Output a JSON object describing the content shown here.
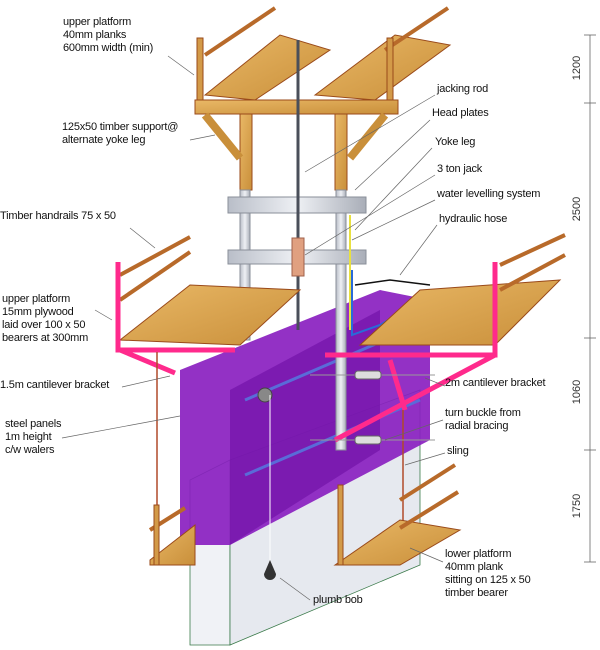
{
  "labels": {
    "upper_platform_top": [
      "upper platform",
      "40mm planks",
      "600mm width (min)"
    ],
    "timber_support": [
      "125x50 timber support@",
      "alternate yoke leg"
    ],
    "jacking_rod": "jacking rod",
    "head_plates": "Head plates",
    "yoke_leg": "Yoke leg",
    "jack": "3 ton jack",
    "water_levelling": "water levelling system",
    "hydraulic_hose": "hydraulic hose",
    "handrails": "Timber handrails 75 x 50",
    "upper_platform_ply": [
      "upper platform",
      "15mm plywood",
      "laid over 100 x 50",
      "bearers at 300mm"
    ],
    "cantilever_15": "1.5m cantilever bracket",
    "cantilever_2": "2m cantilever bracket",
    "steel_panels": [
      "steel panels",
      "1m height",
      "c/w walers"
    ],
    "turn_buckle": [
      "turn buckle from",
      "radial bracing"
    ],
    "sling": "sling",
    "lower_platform": [
      "lower platform",
      "40mm plank",
      "sitting on 125 x 50",
      "timber bearer"
    ],
    "plumb_bob": "plumb bob"
  },
  "dimensions": [
    "1200",
    "2500",
    "1060",
    "1750"
  ],
  "colors": {
    "timber": "#d9a04a",
    "timber_edge": "#9a4a1a",
    "bracket": "#ff2a8c",
    "panel": "#8a1fc0",
    "steel": "#c8ccd4",
    "wall": "#eef0f4"
  }
}
